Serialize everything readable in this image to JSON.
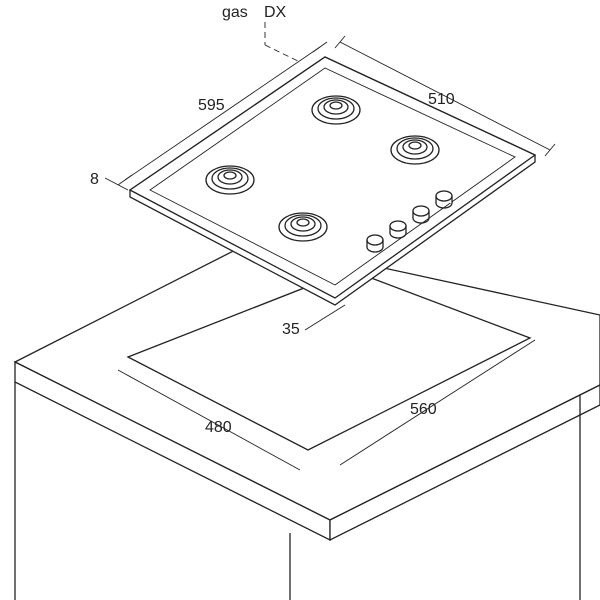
{
  "labels": {
    "gas": "gas",
    "gas_side": "DX",
    "hob_width": "595",
    "hob_depth": "510",
    "hob_thickness": "8",
    "cutout_offset": "35",
    "cutout_depth": "480",
    "cutout_width": "560"
  },
  "colors": {
    "line": "#222222",
    "background": "#ffffff"
  }
}
